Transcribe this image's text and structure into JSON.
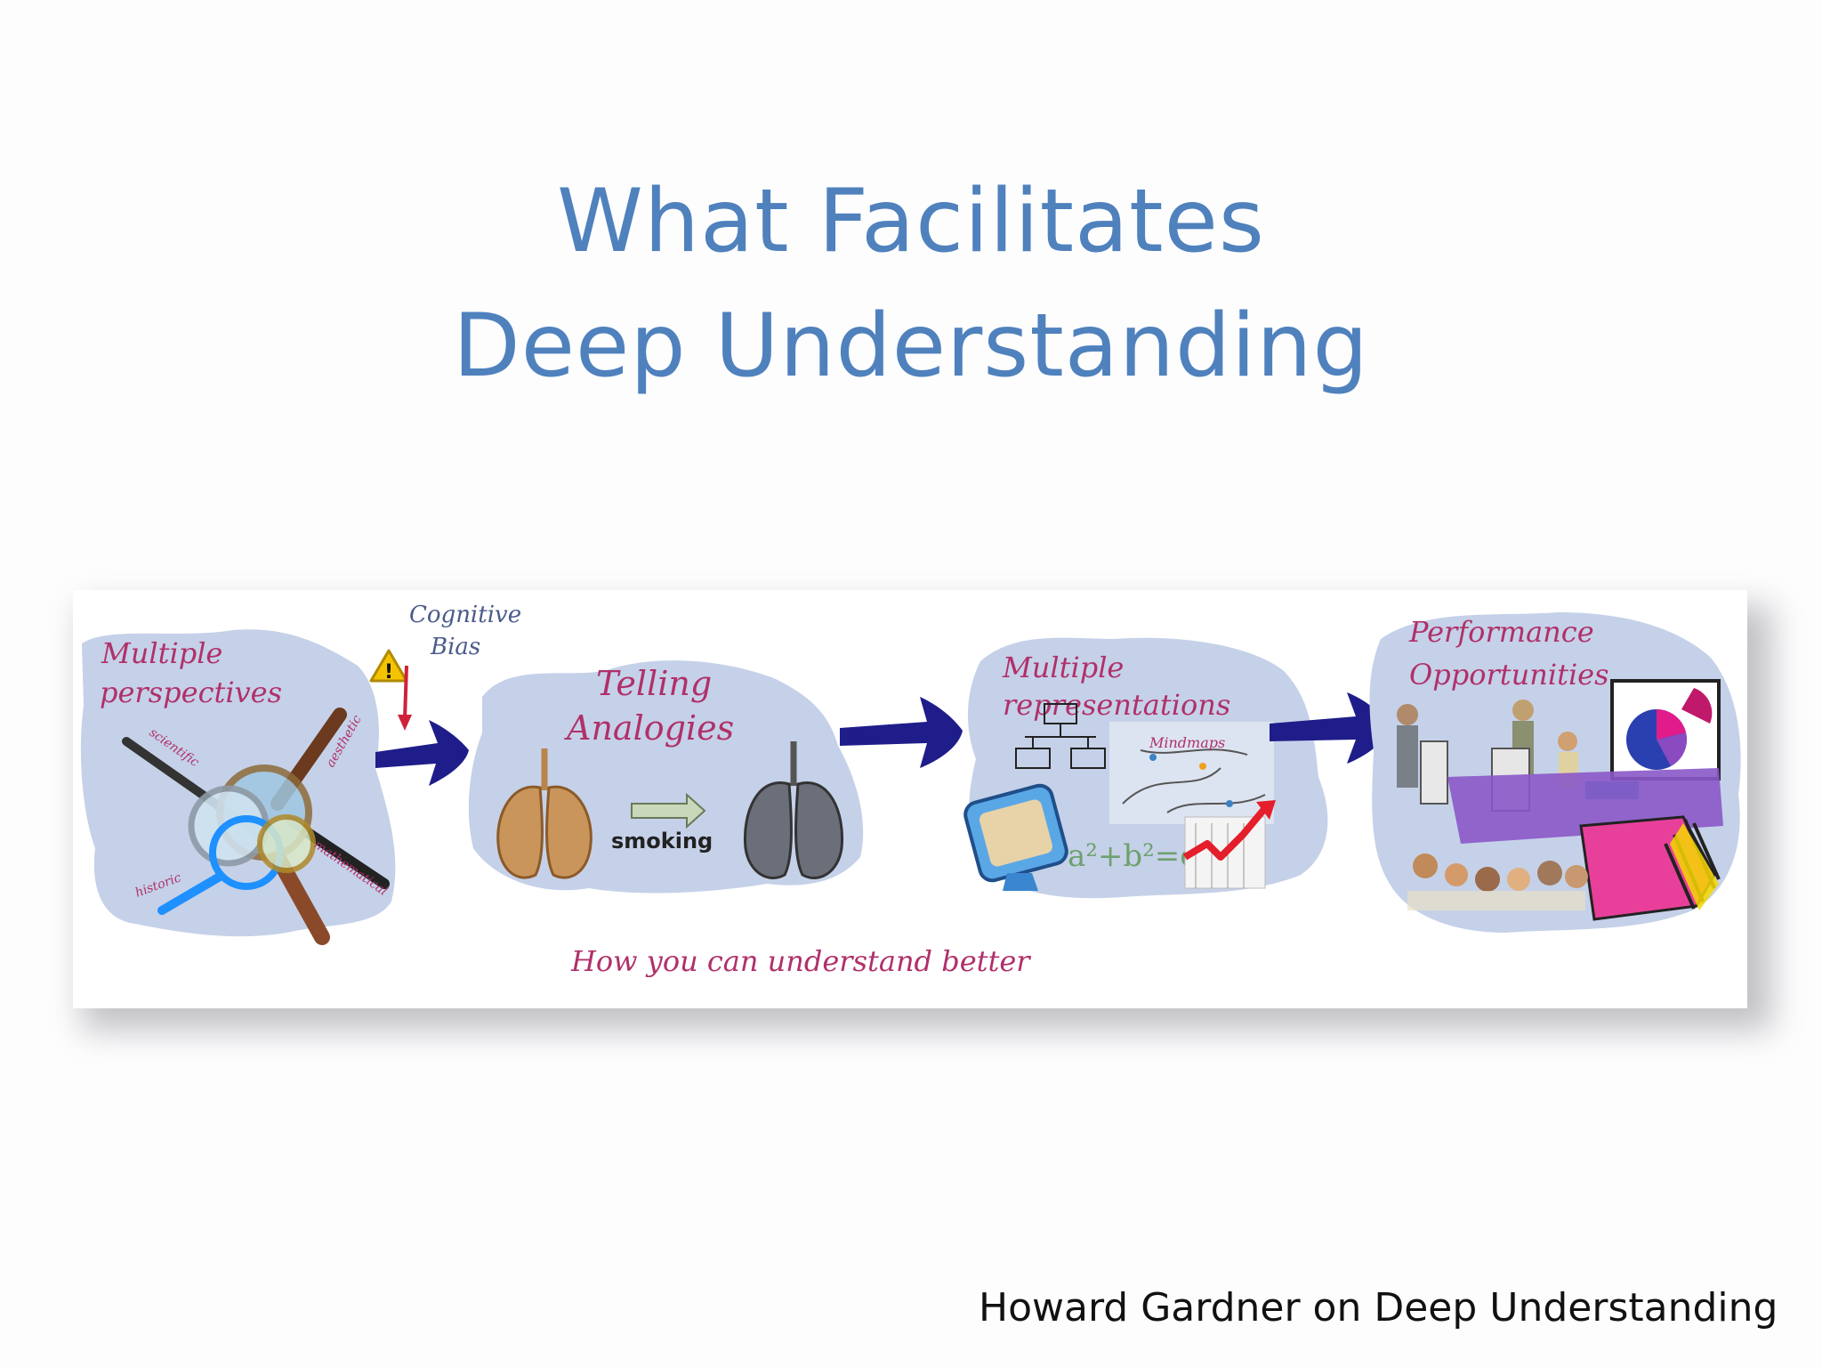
{
  "slide": {
    "title_line1": "What Facilitates",
    "title_line2": "Deep Understanding",
    "footer": "Howard Gardner on Deep Understanding"
  },
  "diagram": {
    "stage1": {
      "title_line1": "Multiple",
      "title_line2": "perspectives",
      "labels": [
        "scientific",
        "aesthetic",
        "historic",
        "mathematical"
      ]
    },
    "warning": {
      "line1": "Cognitive",
      "line2": "Bias"
    },
    "stage2": {
      "title_line1": "Telling",
      "title_line2": "Analogies",
      "arrow_label": "smoking"
    },
    "stage3": {
      "title_line1": "Multiple",
      "title_line2": "representations",
      "mindmap_label": "Mindmaps",
      "formula": "a²+b²=c²"
    },
    "stage4": {
      "title_line1": "Performance",
      "title_line2": "Opportunities"
    },
    "caption": "How you can understand better",
    "colors": {
      "title": "#4f81bd",
      "handwriting": "#b0306a",
      "blob": "#c5d1e8",
      "arrow": "#1f1d8a"
    }
  }
}
